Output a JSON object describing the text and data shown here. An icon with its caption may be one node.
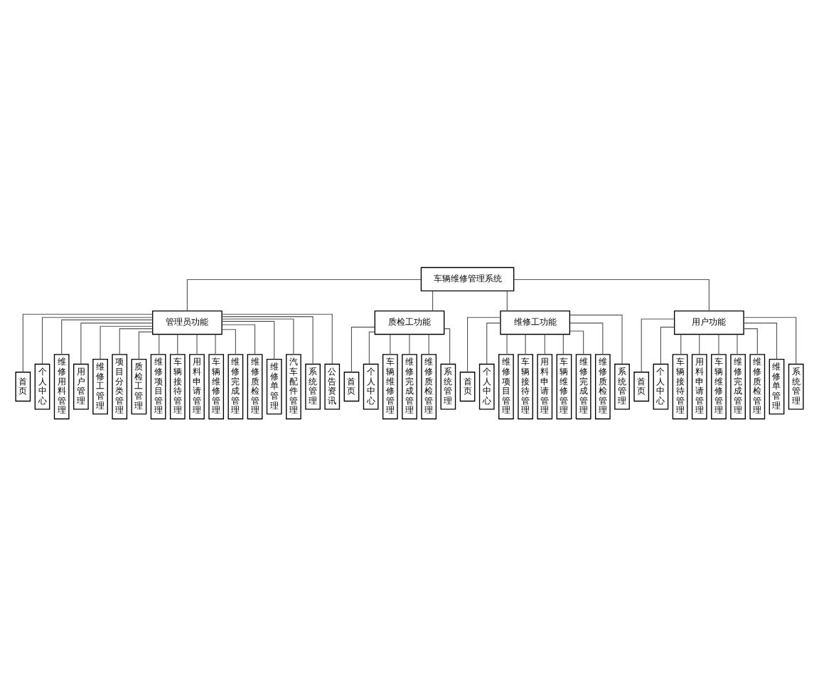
{
  "diagram": {
    "nodes": [
      {
        "text": [
          "车辆维修管理系统"
        ]
      },
      {
        "text": [
          "管理员功能"
        ]
      },
      {
        "text": [
          "首页"
        ]
      },
      {
        "text": [
          "个人中心"
        ]
      },
      {
        "text": [
          "维修用料管理"
        ]
      },
      {
        "text": [
          "用户管理"
        ]
      },
      {
        "text": [
          "维修工管理"
        ]
      },
      {
        "text": [
          "项目分类管理"
        ]
      },
      {
        "text": [
          "质检工管理"
        ]
      },
      {
        "text": [
          "维修项目管理"
        ]
      },
      {
        "text": [
          "车辆接待管理"
        ]
      },
      {
        "text": [
          "用料申请管理"
        ]
      },
      {
        "text": [
          "车辆维修管理"
        ]
      },
      {
        "text": [
          "维修完成管理"
        ]
      },
      {
        "text": [
          "维修质检管理"
        ]
      },
      {
        "text": [
          "维修单管理"
        ]
      },
      {
        "text": [
          "汽车配件管理"
        ]
      },
      {
        "text": [
          "系统管理"
        ]
      },
      {
        "text": [
          "公告资讯"
        ]
      },
      {
        "text": [
          "质检工功能"
        ]
      },
      {
        "text": [
          "维修工功能"
        ]
      },
      {
        "text": [
          "用户功能"
        ]
      },
      {
        "text": [
          "首页"
        ]
      },
      {
        "text": [
          "个人中心"
        ]
      },
      {
        "text": [
          "车辆维修管理"
        ]
      },
      {
        "text": [
          "维修完成管理"
        ]
      },
      {
        "text": [
          "维修质检管理"
        ]
      },
      {
        "text": [
          "系统管理"
        ]
      },
      {
        "text": [
          "首页"
        ]
      },
      {
        "text": [
          "个人中心"
        ]
      },
      {
        "text": [
          "维修项目管理"
        ]
      },
      {
        "text": [
          "车辆接待管理"
        ]
      },
      {
        "text": [
          "用料申请管理"
        ]
      },
      {
        "text": [
          "车辆维修管理"
        ]
      },
      {
        "text": [
          "维修完成管理"
        ]
      },
      {
        "text": [
          "维修质检管理"
        ]
      },
      {
        "text": [
          "系统管理"
        ]
      },
      {
        "text": [
          "首页"
        ]
      },
      {
        "text": [
          "个人中心"
        ]
      },
      {
        "text": [
          "车辆接待管理"
        ]
      },
      {
        "text": [
          "用料申请管理"
        ]
      },
      {
        "text": [
          "车辆维修管理"
        ]
      },
      {
        "text": [
          "维修完成管理"
        ]
      },
      {
        "text": [
          "维修质检管理"
        ]
      },
      {
        "text": [
          "维修单管理"
        ]
      },
      {
        "text": [
          "系统管理"
        ]
      }
    ],
    "edges": [
      {
        "from": 0,
        "to": 1,
        "arrow": "none"
      },
      {
        "from": 1,
        "to": 2,
        "arrow": "none"
      },
      {
        "from": 1,
        "to": 3,
        "arrow": "none"
      },
      {
        "from": 1,
        "to": 4,
        "arrow": "none"
      },
      {
        "from": 1,
        "to": 5,
        "arrow": "none"
      },
      {
        "from": 1,
        "to": 6,
        "arrow": "none"
      },
      {
        "from": 1,
        "to": 7,
        "arrow": "none"
      },
      {
        "from": 1,
        "to": 8,
        "arrow": "none"
      },
      {
        "from": 1,
        "to": 9,
        "arrow": "none"
      },
      {
        "from": 1,
        "to": 10,
        "arrow": "none"
      },
      {
        "from": 1,
        "to": 11,
        "arrow": "none"
      },
      {
        "from": 1,
        "to": 12,
        "arrow": "none"
      },
      {
        "from": 1,
        "to": 13,
        "arrow": "none"
      },
      {
        "from": 1,
        "to": 14,
        "arrow": "none"
      },
      {
        "from": 1,
        "to": 15,
        "arrow": "none"
      },
      {
        "from": 1,
        "to": 16,
        "arrow": "none"
      },
      {
        "from": 1,
        "to": 17,
        "arrow": "none"
      },
      {
        "from": 1,
        "to": 18,
        "arrow": "none"
      },
      {
        "from": 0,
        "to": 19,
        "arrow": "none"
      },
      {
        "from": 0,
        "to": 20,
        "arrow": "none"
      },
      {
        "from": 0,
        "to": 21,
        "arrow": "none"
      },
      {
        "from": 19,
        "to": 22,
        "arrow": "none"
      },
      {
        "from": 19,
        "to": 23,
        "arrow": "none"
      },
      {
        "from": 19,
        "to": 24,
        "arrow": "none"
      },
      {
        "from": 19,
        "to": 25,
        "arrow": "none"
      },
      {
        "from": 19,
        "to": 26,
        "arrow": "none"
      },
      {
        "from": 19,
        "to": 27,
        "arrow": "none"
      },
      {
        "from": 20,
        "to": 28,
        "arrow": "none"
      },
      {
        "from": 20,
        "to": 29,
        "arrow": "none"
      },
      {
        "from": 20,
        "to": 30,
        "arrow": "none"
      },
      {
        "from": 20,
        "to": 31,
        "arrow": "none"
      },
      {
        "from": 20,
        "to": 32,
        "arrow": "none"
      },
      {
        "from": 20,
        "to": 33,
        "arrow": "none"
      },
      {
        "from": 20,
        "to": 34,
        "arrow": "none"
      },
      {
        "from": 20,
        "to": 35,
        "arrow": "none"
      },
      {
        "from": 20,
        "to": 36,
        "arrow": "none"
      },
      {
        "from": 21,
        "to": 37,
        "arrow": "none"
      },
      {
        "from": 21,
        "to": 38,
        "arrow": "none"
      },
      {
        "from": 21,
        "to": 39,
        "arrow": "none"
      },
      {
        "from": 21,
        "to": 40,
        "arrow": "none"
      },
      {
        "from": 21,
        "to": 41,
        "arrow": "none"
      },
      {
        "from": 21,
        "to": 42,
        "arrow": "none"
      },
      {
        "from": 21,
        "to": 43,
        "arrow": "none"
      },
      {
        "from": 21,
        "to": 44,
        "arrow": "none"
      },
      {
        "from": 21,
        "to": 45,
        "arrow": "none"
      }
    ]
  }
}
